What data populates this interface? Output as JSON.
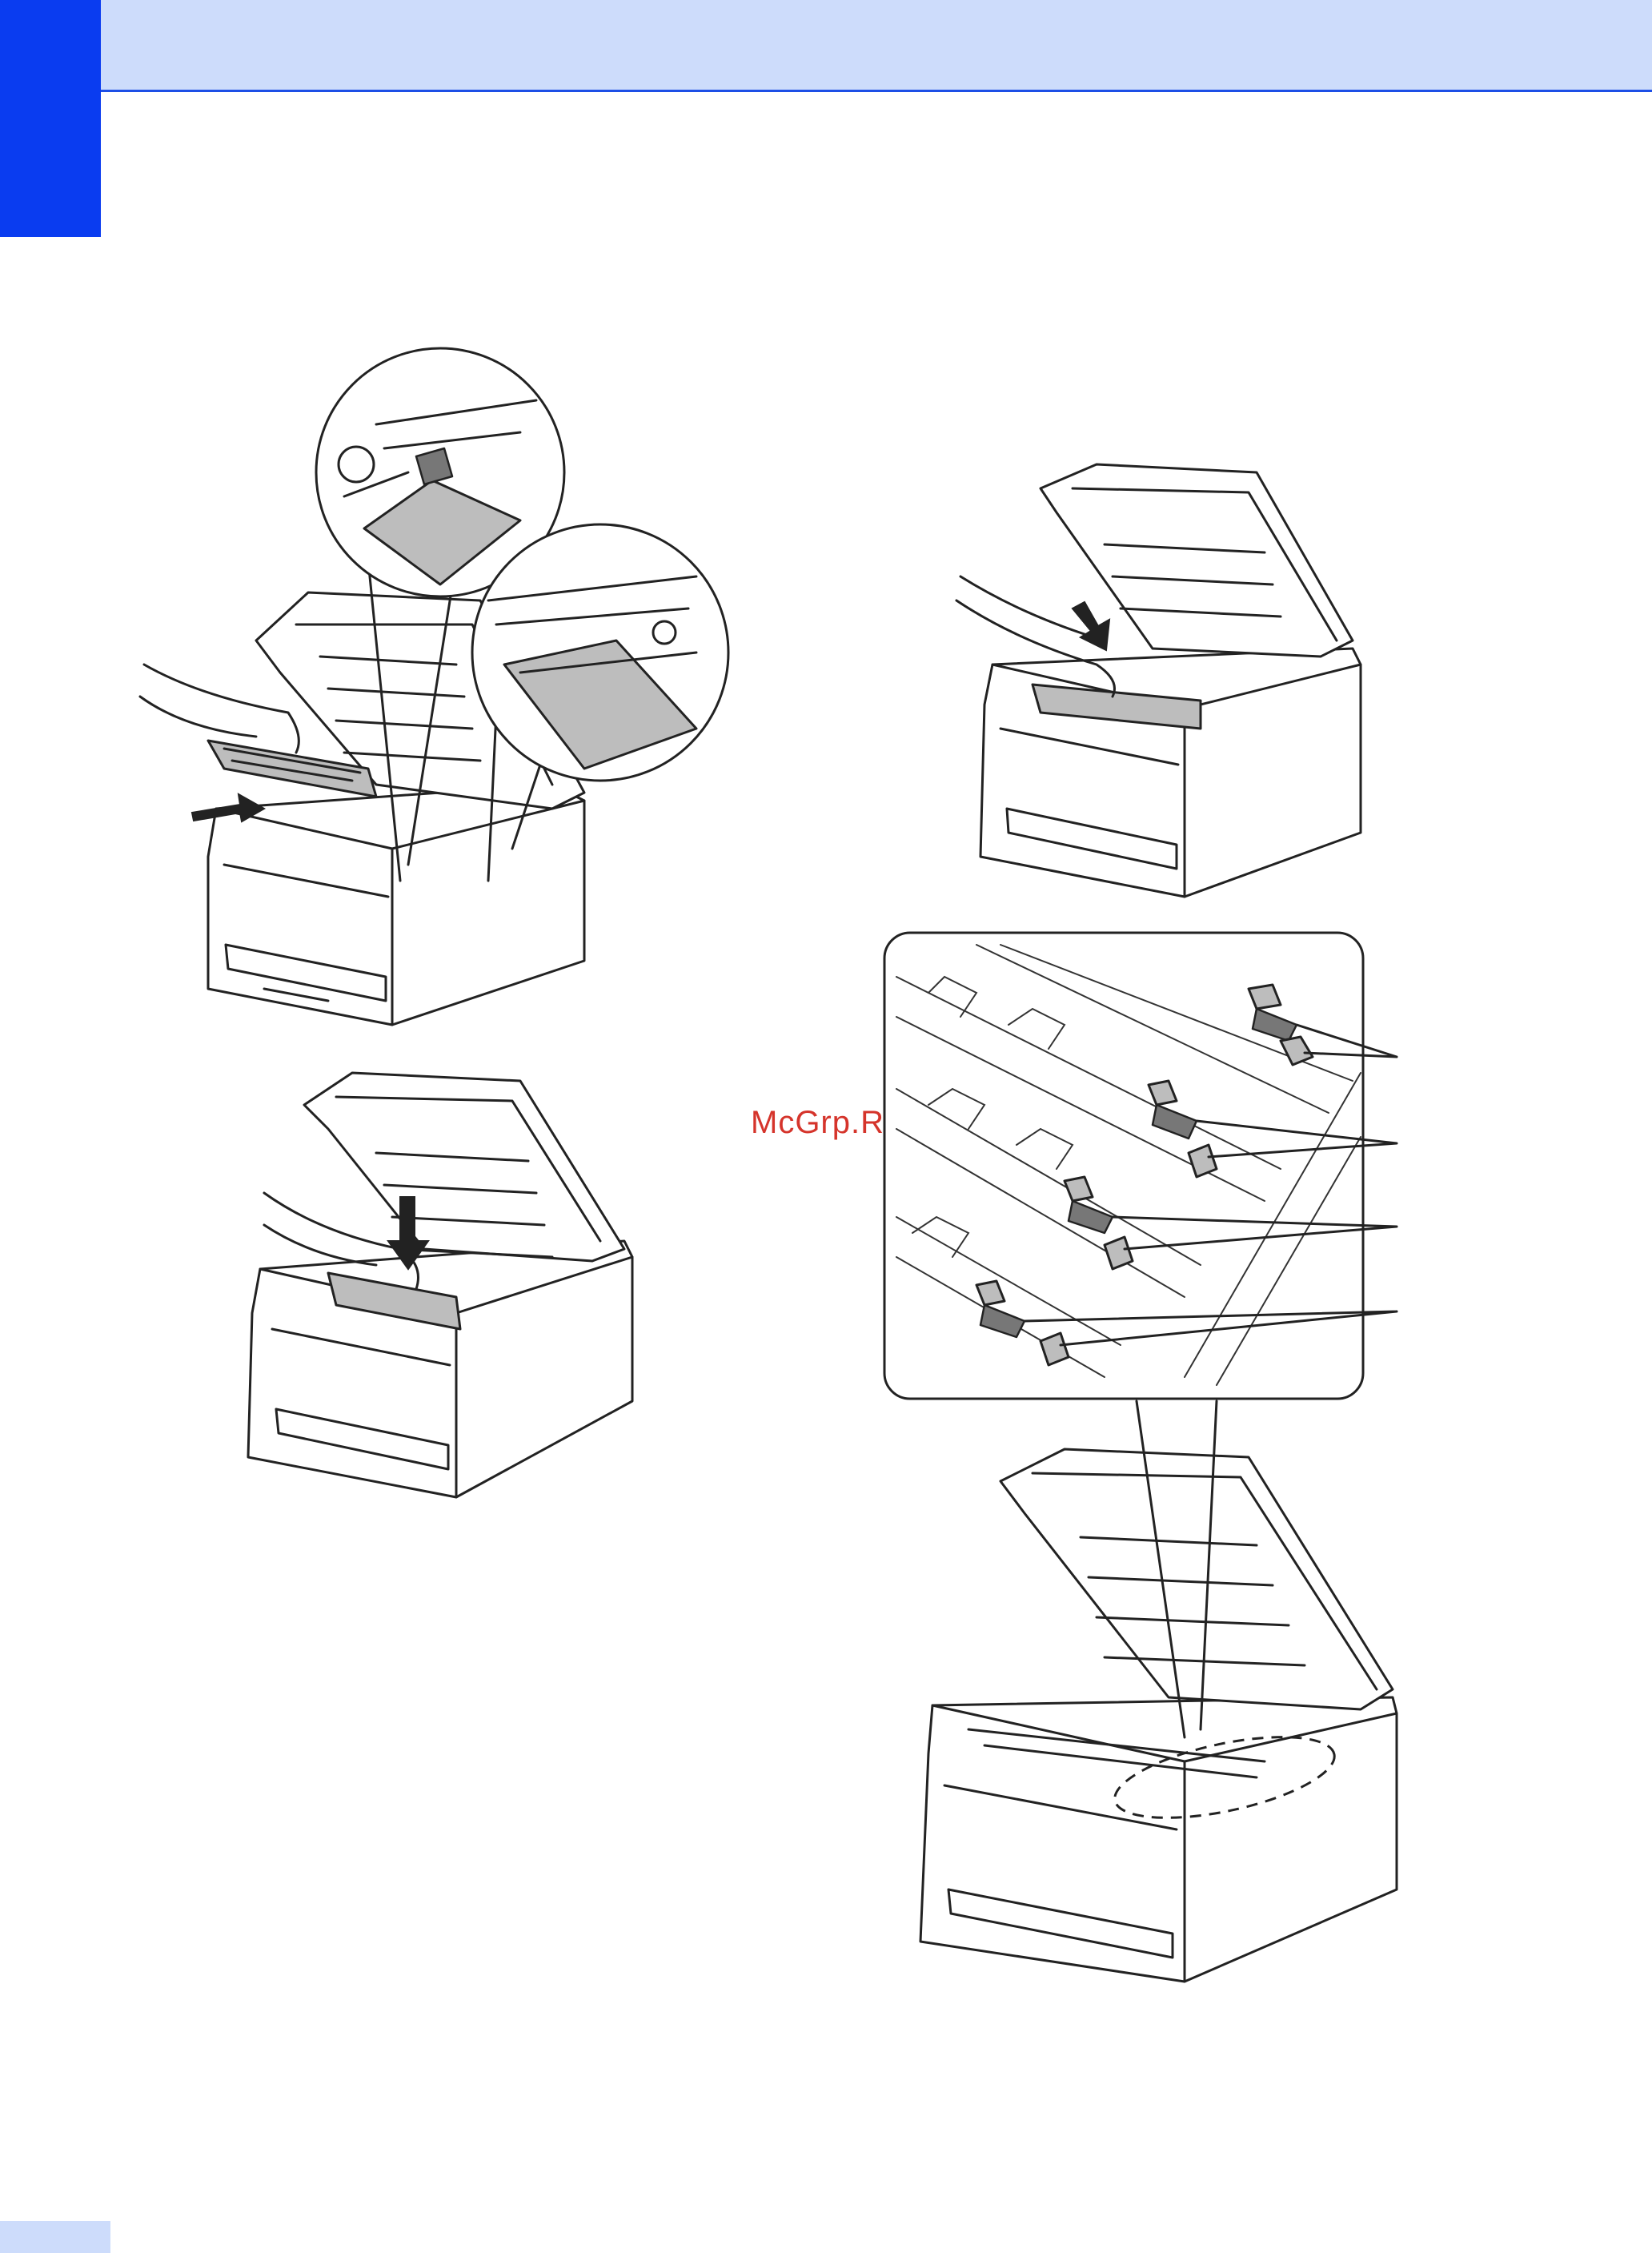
{
  "page": {
    "watermark": "McGrp.Ru",
    "colors": {
      "header_band": "#cddcfb",
      "header_rule": "#1d4fe6",
      "side_tab": "#0a3cf0",
      "watermark": "#d5342b"
    }
  },
  "illustrations": [
    {
      "id": "insert-drum-unit",
      "icon": "printer-drum-insert-illustration"
    },
    {
      "id": "push-drum-unit-down",
      "icon": "printer-drum-push-down-illustration"
    },
    {
      "id": "close-top-cover",
      "icon": "printer-press-cover-illustration"
    },
    {
      "id": "drum-detail-callout",
      "icon": "drum-cleaning-tabs-detail-illustration"
    },
    {
      "id": "printer-open-overview",
      "icon": "printer-open-overview-illustration"
    }
  ]
}
